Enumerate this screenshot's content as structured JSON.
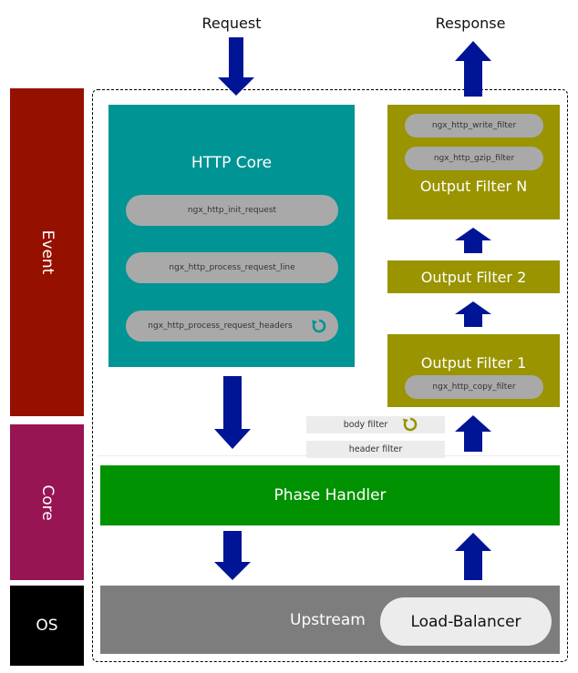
{
  "labels": {
    "request": "Request",
    "response": "Response"
  },
  "sidebar": {
    "event": "Event",
    "core": "Core",
    "os": "OS"
  },
  "http_core": {
    "title": "HTTP Core",
    "items": [
      "ngx_http_init_request",
      "ngx_http_process_request_line",
      "ngx_http_process_request_headers"
    ]
  },
  "output_filters": {
    "n": {
      "title": "Output Filter N",
      "items": [
        "ngx_http_write_filter",
        "ngx_http_gzip_filter"
      ]
    },
    "two": {
      "title": "Output Filter 2"
    },
    "one": {
      "title": "Output Filter 1",
      "items": [
        "ngx_http_copy_filter"
      ]
    }
  },
  "filters": {
    "body": "body filter",
    "header": "header filter"
  },
  "phase_handler": "Phase Handler",
  "upstream": {
    "title": "Upstream",
    "load_balancer": "Load-Balancer"
  },
  "colors": {
    "event": "#961000",
    "core": "#961552",
    "os": "#000000",
    "http_core": "#009494",
    "output_filter": "#999400",
    "phase_handler": "#009200",
    "upstream": "#7d7d7d",
    "arrow": "#001496",
    "loop_icon": "#009494",
    "loop_icon_alt": "#999400"
  }
}
